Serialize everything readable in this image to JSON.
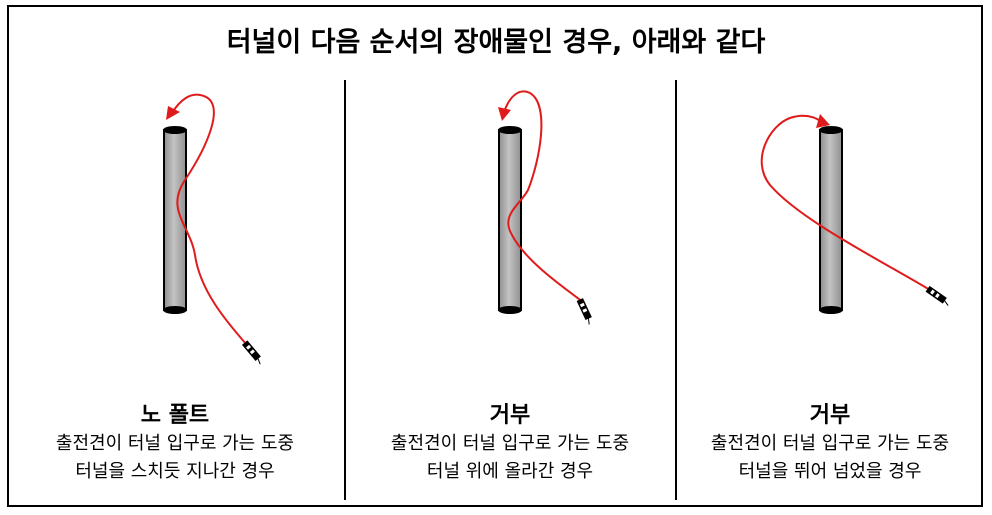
{
  "title": "터널이 다음 순서의 장애물인 경우, 아래와 같다",
  "colors": {
    "path": "#e01b1b",
    "tunnel_fill": "#b3b3b3",
    "stroke": "#000000"
  },
  "panels": [
    {
      "label": "노 폴트",
      "desc_line1": "출전견이 터널 입구로 가는 도중",
      "desc_line2": "터널을 스치듯 지나간 경우"
    },
    {
      "label": "거부",
      "desc_line1": "출전견이 터널 입구로 가는 도중",
      "desc_line2": "터널 위에 올라간 경우"
    },
    {
      "label": "거부",
      "desc_line1": "출전견이 터널 입구로 가는 도중",
      "desc_line2": "터널을 뛰어 넘었을 경우"
    }
  ]
}
